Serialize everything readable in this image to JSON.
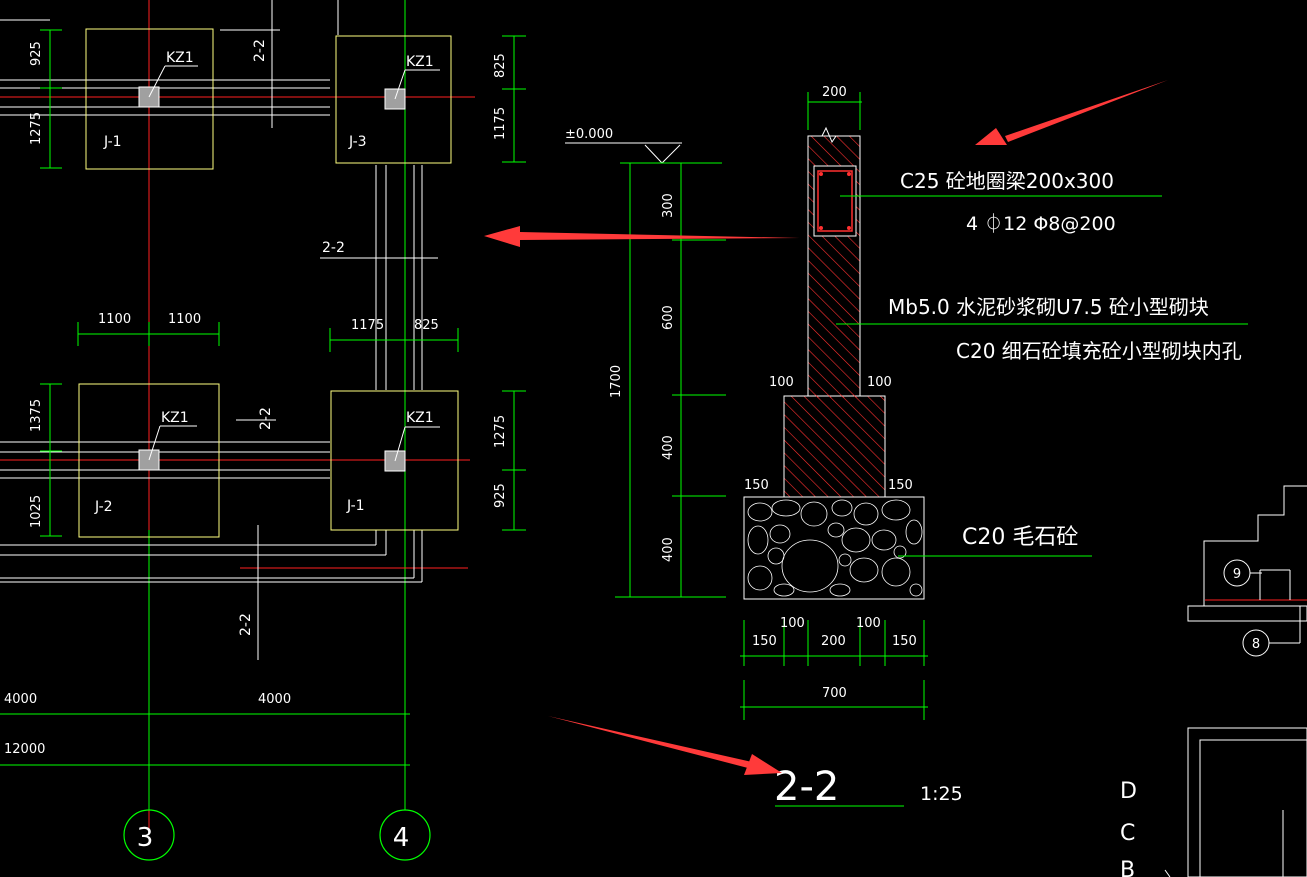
{
  "plan": {
    "column_tags": {
      "kz1_a": "KZ1",
      "kz1_b": "KZ1",
      "kz1_c": "KZ1",
      "kz1_d": "KZ1"
    },
    "footings": {
      "j1_a": "J-1",
      "j3": "J-3",
      "j2": "J-2",
      "j1_b": "J-1"
    },
    "section_marks": {
      "s1": "2-2",
      "s2": "2-2",
      "s3": "2-2",
      "s4": "2-2"
    },
    "dims": {
      "d925_a": "925",
      "d1275_a": "1275",
      "d825_a": "825",
      "d1175_a": "1175",
      "d1100_a": "1100",
      "d1100_b": "1100",
      "d1175_b": "1175",
      "d825_b": "825",
      "d1375": "1375",
      "d1025": "1025",
      "d1275_b": "1275",
      "d925_b": "925",
      "span1": "4000",
      "span2": "4000",
      "total": "12000"
    },
    "axes": {
      "ax3": "3",
      "ax4": "4"
    }
  },
  "section": {
    "elevation": "±0.000",
    "dims": {
      "top_width": "200",
      "h300": "300",
      "h600": "600",
      "h400a": "400",
      "h400b": "400",
      "h1700": "1700",
      "step_l": "100",
      "step_r": "100",
      "ext_l": "150",
      "ext_r": "150",
      "b150_l": "150",
      "b100_l": "100",
      "b200": "200",
      "b100_r": "100",
      "b150_r": "150",
      "b700": "700"
    },
    "labels": {
      "beam": "C25  砼地圈梁200x300",
      "rebar": "4 ⏀12    Φ8@200",
      "masonry": "Mb5.0  水泥砂浆砌U7.5  砼小型砌块",
      "fill": "C20  细石砼填充砼小型砌块内孔",
      "base": "C20  毛石砼"
    },
    "title": "2-2",
    "scale": "1:25"
  },
  "right": {
    "circle_9": "9",
    "circle_8": "8",
    "letters": {
      "d": "D",
      "c": "C",
      "b": "B"
    }
  },
  "colors": {
    "green": "#00ff00",
    "yellow": "#ffff80",
    "red": "#ff2020",
    "hatch": "#ff3030",
    "white": "#ffffff",
    "arrow": "#ff3a3a"
  }
}
